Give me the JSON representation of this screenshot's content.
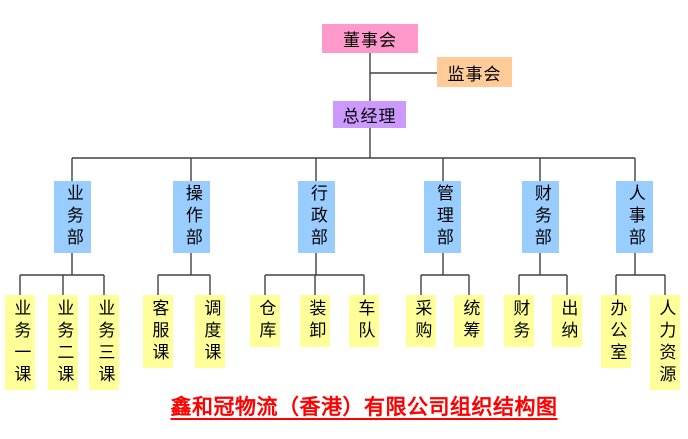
{
  "palette": {
    "board": "#FF99CC",
    "supervisory": "#FFCC99",
    "gm": "#CC99FF",
    "dept": "#99CCFF",
    "unit": "#FFFF99",
    "line": "#404040",
    "title": "#FF0000"
  },
  "top": {
    "board": "董事会",
    "supervisory": "监事会",
    "general_manager": "总经理"
  },
  "departments": [
    {
      "label": "业务部",
      "children": [
        "业务一课",
        "业务二课",
        "业务三课"
      ]
    },
    {
      "label": "操作部",
      "children": [
        "客服课",
        "调度课"
      ]
    },
    {
      "label": "行政部",
      "children": [
        "仓库",
        "装卸",
        "车队"
      ]
    },
    {
      "label": "管理部",
      "children": [
        "采购",
        "统筹"
      ]
    },
    {
      "label": "财务部",
      "children": [
        "财务",
        "出纳"
      ]
    },
    {
      "label": "人事部",
      "children": [
        "办公室",
        "人力资源"
      ]
    }
  ],
  "footer_title": "鑫和冠物流（香港）有限公司组织结构图"
}
